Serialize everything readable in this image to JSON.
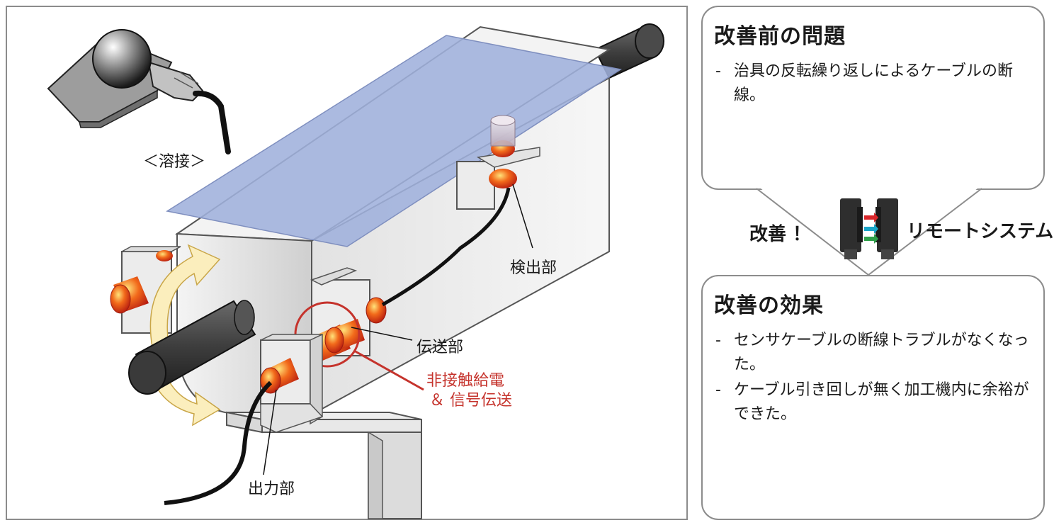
{
  "diagram": {
    "labels": {
      "welding": "＜溶接＞",
      "detector": "検出部",
      "transmitter": "伝送部",
      "contactless_line1": "非接触給電",
      "contactless_line2": "＆ 信号伝送",
      "output": "出力部"
    }
  },
  "before": {
    "title": "改善前の問題",
    "items": [
      "治具の反転繰り返しによるケーブルの断線。"
    ]
  },
  "center": {
    "improve_label": "改善 ！",
    "system_label": "リモートシステム"
  },
  "after": {
    "title": "改善の効果",
    "items": [
      "センサケーブルの断線トラブルがなくなった。",
      "ケーブル引き回しが無く加工機内に余裕ができた。"
    ]
  },
  "colors": {
    "accent_red": "#c5332c",
    "panel_blue": "#9fb1dc",
    "arrow_yellow": "#fbeebd",
    "border_gray": "#8c8c8c"
  }
}
